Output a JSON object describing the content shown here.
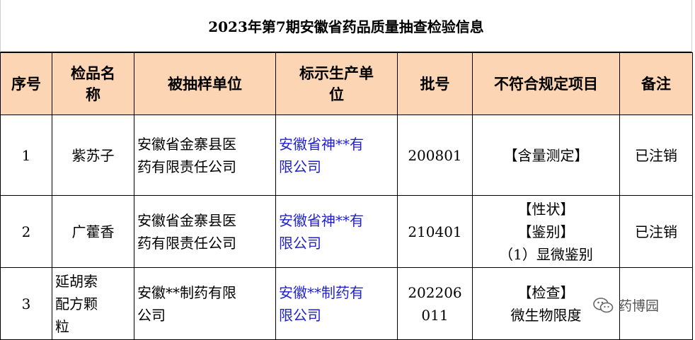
{
  "title": "2023年第7期安徽省药品质量抽查检验信息",
  "headers": {
    "seq": "序号",
    "name_l1": "检品名",
    "name_l2": "称",
    "sampled_unit": "被抽样单位",
    "mfr_l1": "标示生产单",
    "mfr_l2": "位",
    "batch": "批号",
    "items": "不符合规定项目",
    "remark": "备注"
  },
  "rows": [
    {
      "seq": "1",
      "name": "紫苏子",
      "sampled_unit_l1": "安徽省金寨县医",
      "sampled_unit_l2": "药有限责任公司",
      "mfr_l1": "安徽省神**有",
      "mfr_l2": "限公司",
      "batch": "200801",
      "items_l1": "【含量测定】",
      "remark": "已注销"
    },
    {
      "seq": "2",
      "name": "广藿香",
      "sampled_unit_l1": "安徽省金寨县医",
      "sampled_unit_l2": "药有限责任公司",
      "mfr_l1": "安徽省神**有",
      "mfr_l2": "限公司",
      "batch": "210401",
      "items_l1": "【性状】",
      "items_l2": "【鉴别】",
      "items_l3": "（1）显微鉴别",
      "remark": "已注销"
    },
    {
      "seq": "3",
      "name_l1": "延胡索",
      "name_l2": "配方颗",
      "name_l3": "粒",
      "sampled_unit_l1": "安徽**制药有限",
      "sampled_unit_l2": "公司",
      "mfr_l1": "安徽**制药有",
      "mfr_l2": "限公司",
      "batch_l1": "202206",
      "batch_l2": "011",
      "items_l1": "【检查】",
      "items_l2": "微生物限度",
      "remark": ""
    }
  ],
  "watermark": {
    "text": "药博园",
    "icon": "wechat-icon"
  }
}
